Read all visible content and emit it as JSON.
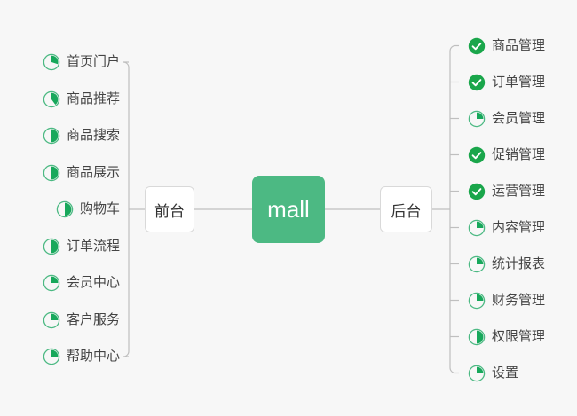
{
  "diagram": {
    "type": "mind-map",
    "background_color": "#f7f7f7",
    "accent_color": "#4cb983",
    "line_color": "#bfbfbf",
    "text_color": "#444444",
    "root": {
      "label": "mall"
    },
    "branches": [
      {
        "id": "frontend",
        "side": "left",
        "label": "前台",
        "items": [
          {
            "label": "首页门户",
            "icon": "pie-progress-icon",
            "progress": 30,
            "status": "in-progress"
          },
          {
            "label": "商品推荐",
            "icon": "pie-progress-icon",
            "progress": 40,
            "status": "in-progress"
          },
          {
            "label": "商品搜索",
            "icon": "pie-progress-icon",
            "progress": 50,
            "status": "in-progress"
          },
          {
            "label": "商品展示",
            "icon": "pie-progress-icon",
            "progress": 50,
            "status": "in-progress"
          },
          {
            "label": "购物车",
            "icon": "pie-progress-icon",
            "progress": 50,
            "status": "in-progress"
          },
          {
            "label": "订单流程",
            "icon": "pie-progress-icon",
            "progress": 50,
            "status": "in-progress"
          },
          {
            "label": "会员中心",
            "icon": "pie-progress-icon",
            "progress": 25,
            "status": "in-progress"
          },
          {
            "label": "客户服务",
            "icon": "pie-progress-icon",
            "progress": 25,
            "status": "in-progress"
          },
          {
            "label": "帮助中心",
            "icon": "pie-progress-icon",
            "progress": 25,
            "status": "in-progress"
          }
        ]
      },
      {
        "id": "backend",
        "side": "right",
        "label": "后台",
        "items": [
          {
            "label": "商品管理",
            "icon": "check-circle-icon",
            "progress": 100,
            "status": "done"
          },
          {
            "label": "订单管理",
            "icon": "check-circle-icon",
            "progress": 100,
            "status": "done"
          },
          {
            "label": "会员管理",
            "icon": "pie-progress-icon",
            "progress": 25,
            "status": "in-progress"
          },
          {
            "label": "促销管理",
            "icon": "check-circle-icon",
            "progress": 100,
            "status": "done"
          },
          {
            "label": "运营管理",
            "icon": "check-circle-icon",
            "progress": 100,
            "status": "done"
          },
          {
            "label": "内容管理",
            "icon": "pie-progress-icon",
            "progress": 25,
            "status": "in-progress"
          },
          {
            "label": "统计报表",
            "icon": "pie-progress-icon",
            "progress": 25,
            "status": "in-progress"
          },
          {
            "label": "财务管理",
            "icon": "pie-progress-icon",
            "progress": 25,
            "status": "in-progress"
          },
          {
            "label": "权限管理",
            "icon": "pie-progress-icon",
            "progress": 50,
            "status": "in-progress"
          },
          {
            "label": "设置",
            "icon": "pie-progress-icon",
            "progress": 25,
            "status": "in-progress"
          }
        ]
      }
    ]
  }
}
